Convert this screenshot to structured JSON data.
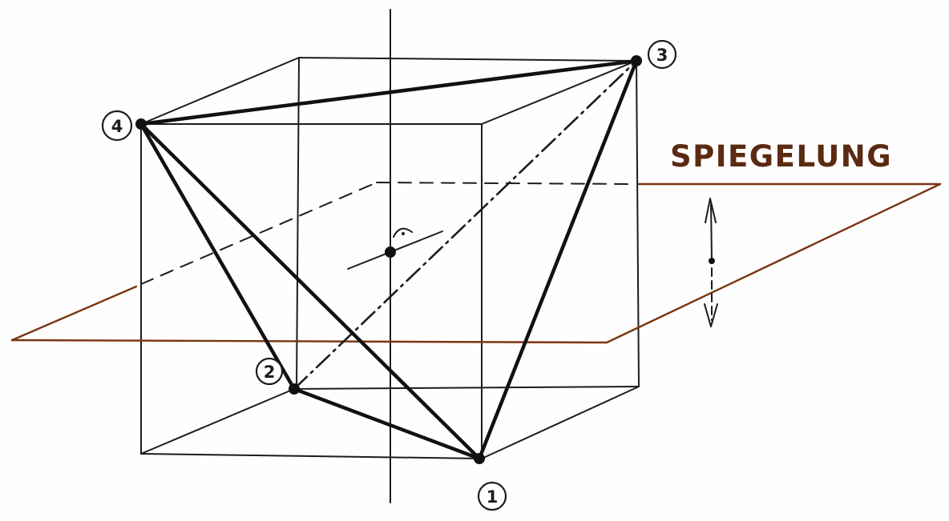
{
  "labels": {
    "mirror": "SPIEGELUNG",
    "vertices": [
      {
        "id": "1",
        "text": "1"
      },
      {
        "id": "2",
        "text": "2"
      },
      {
        "id": "3",
        "text": "3"
      },
      {
        "id": "4",
        "text": "4"
      }
    ]
  },
  "colors": {
    "ink": "#1c1c1c",
    "plane": "#7a3510",
    "label": "#5a2a12"
  }
}
